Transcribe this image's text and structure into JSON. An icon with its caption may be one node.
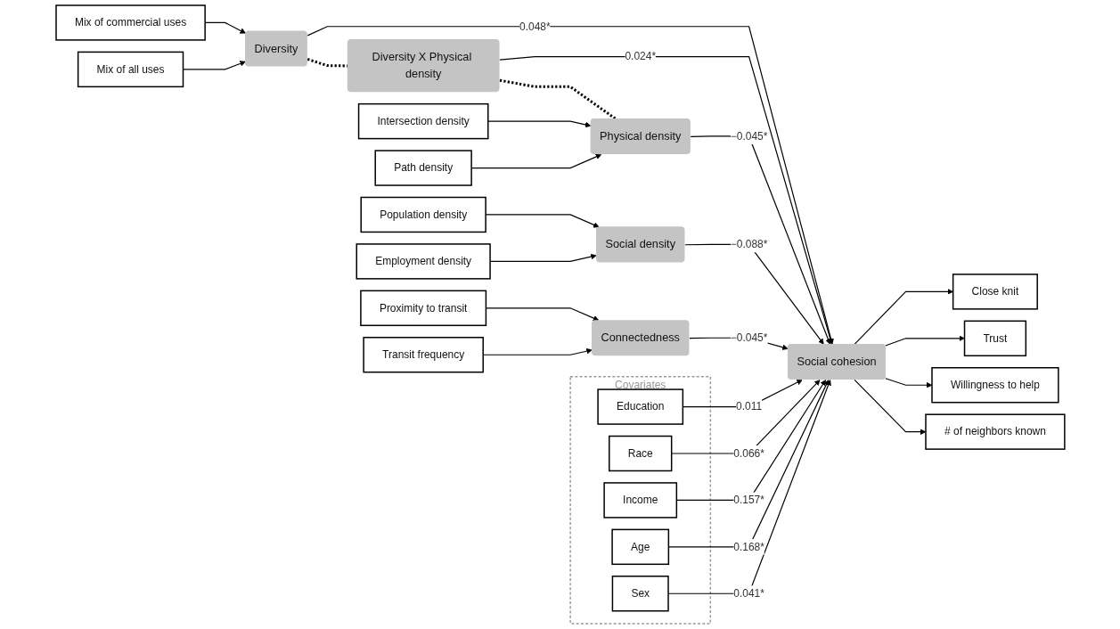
{
  "diagram": {
    "nodes": [
      {
        "text": [
          "Mix of commercial uses"
        ]
      },
      {
        "text": [
          "Mix of all uses"
        ]
      },
      {
        "text": [
          "Diversity"
        ]
      },
      {
        "text": [
          "Diversity X Physical density"
        ]
      },
      {
        "text": [
          "Intersection density"
        ]
      },
      {
        "text": [
          "Path density"
        ]
      },
      {
        "text": [
          "Physical density"
        ]
      },
      {
        "text": [
          "Population density"
        ]
      },
      {
        "text": [
          "Employment density"
        ]
      },
      {
        "text": [
          "Social density"
        ]
      },
      {
        "text": [
          "Proximity to transit"
        ]
      },
      {
        "text": [
          "Transit frequency"
        ]
      },
      {
        "text": [
          "Connectedness"
        ]
      },
      {
        "text": [
          "Social cohesion"
        ]
      },
      {
        "text": [
          "Close knit"
        ]
      },
      {
        "text": [
          "Trust"
        ]
      },
      {
        "text": [
          "Willingness to help"
        ]
      },
      {
        "text": [
          "# of neighbors known"
        ]
      },
      {
        "text": [
          "Covariates"
        ]
      },
      {
        "text": [
          "Education"
        ],
        "in": 18
      },
      {
        "text": [
          "Race"
        ],
        "in": 18
      },
      {
        "text": [
          "Income"
        ],
        "in": 18
      },
      {
        "text": [
          "Age"
        ],
        "in": 18
      },
      {
        "text": [
          "Sex"
        ],
        "in": 18
      }
    ],
    "edges": [
      {
        "from": 0,
        "to": 2,
        "arrow": "to"
      },
      {
        "from": 1,
        "to": 2,
        "arrow": "to"
      },
      {
        "from": 2,
        "to": 3,
        "arrow": "none",
        "style": "dashed"
      },
      {
        "from": 3,
        "to": 6,
        "arrow": "none",
        "style": "dashed"
      },
      {
        "from": 4,
        "to": 6,
        "arrow": "to"
      },
      {
        "from": 5,
        "to": 6,
        "arrow": "to"
      },
      {
        "from": 7,
        "to": 9,
        "arrow": "to"
      },
      {
        "from": 8,
        "to": 9,
        "arrow": "to"
      },
      {
        "from": 10,
        "to": 12,
        "arrow": "to"
      },
      {
        "from": 11,
        "to": 12,
        "arrow": "to"
      },
      {
        "from": 2,
        "to": 13,
        "label": "0.048*",
        "arrow": "to"
      },
      {
        "from": 3,
        "to": 13,
        "label": "0.024*",
        "arrow": "to"
      },
      {
        "from": 6,
        "to": 13,
        "label": "−0.045*",
        "arrow": "to"
      },
      {
        "from": 9,
        "to": 13,
        "label": "−0.088*",
        "arrow": "to"
      },
      {
        "from": 12,
        "to": 13,
        "label": "−0.045*",
        "arrow": "to"
      },
      {
        "from": 19,
        "to": 13,
        "label": "0.011",
        "arrow": "to"
      },
      {
        "from": 20,
        "to": 13,
        "label": "0.066*",
        "arrow": "to"
      },
      {
        "from": 21,
        "to": 13,
        "label": "0.157*",
        "arrow": "to"
      },
      {
        "from": 22,
        "to": 13,
        "label": "0.168*",
        "arrow": "to"
      },
      {
        "from": 23,
        "to": 13,
        "label": "0.041*",
        "arrow": "to"
      },
      {
        "from": 13,
        "to": 14,
        "arrow": "to"
      },
      {
        "from": 13,
        "to": 15,
        "arrow": "to"
      },
      {
        "from": 13,
        "to": 16,
        "arrow": "to"
      },
      {
        "from": 13,
        "to": 17,
        "arrow": "to"
      }
    ]
  }
}
